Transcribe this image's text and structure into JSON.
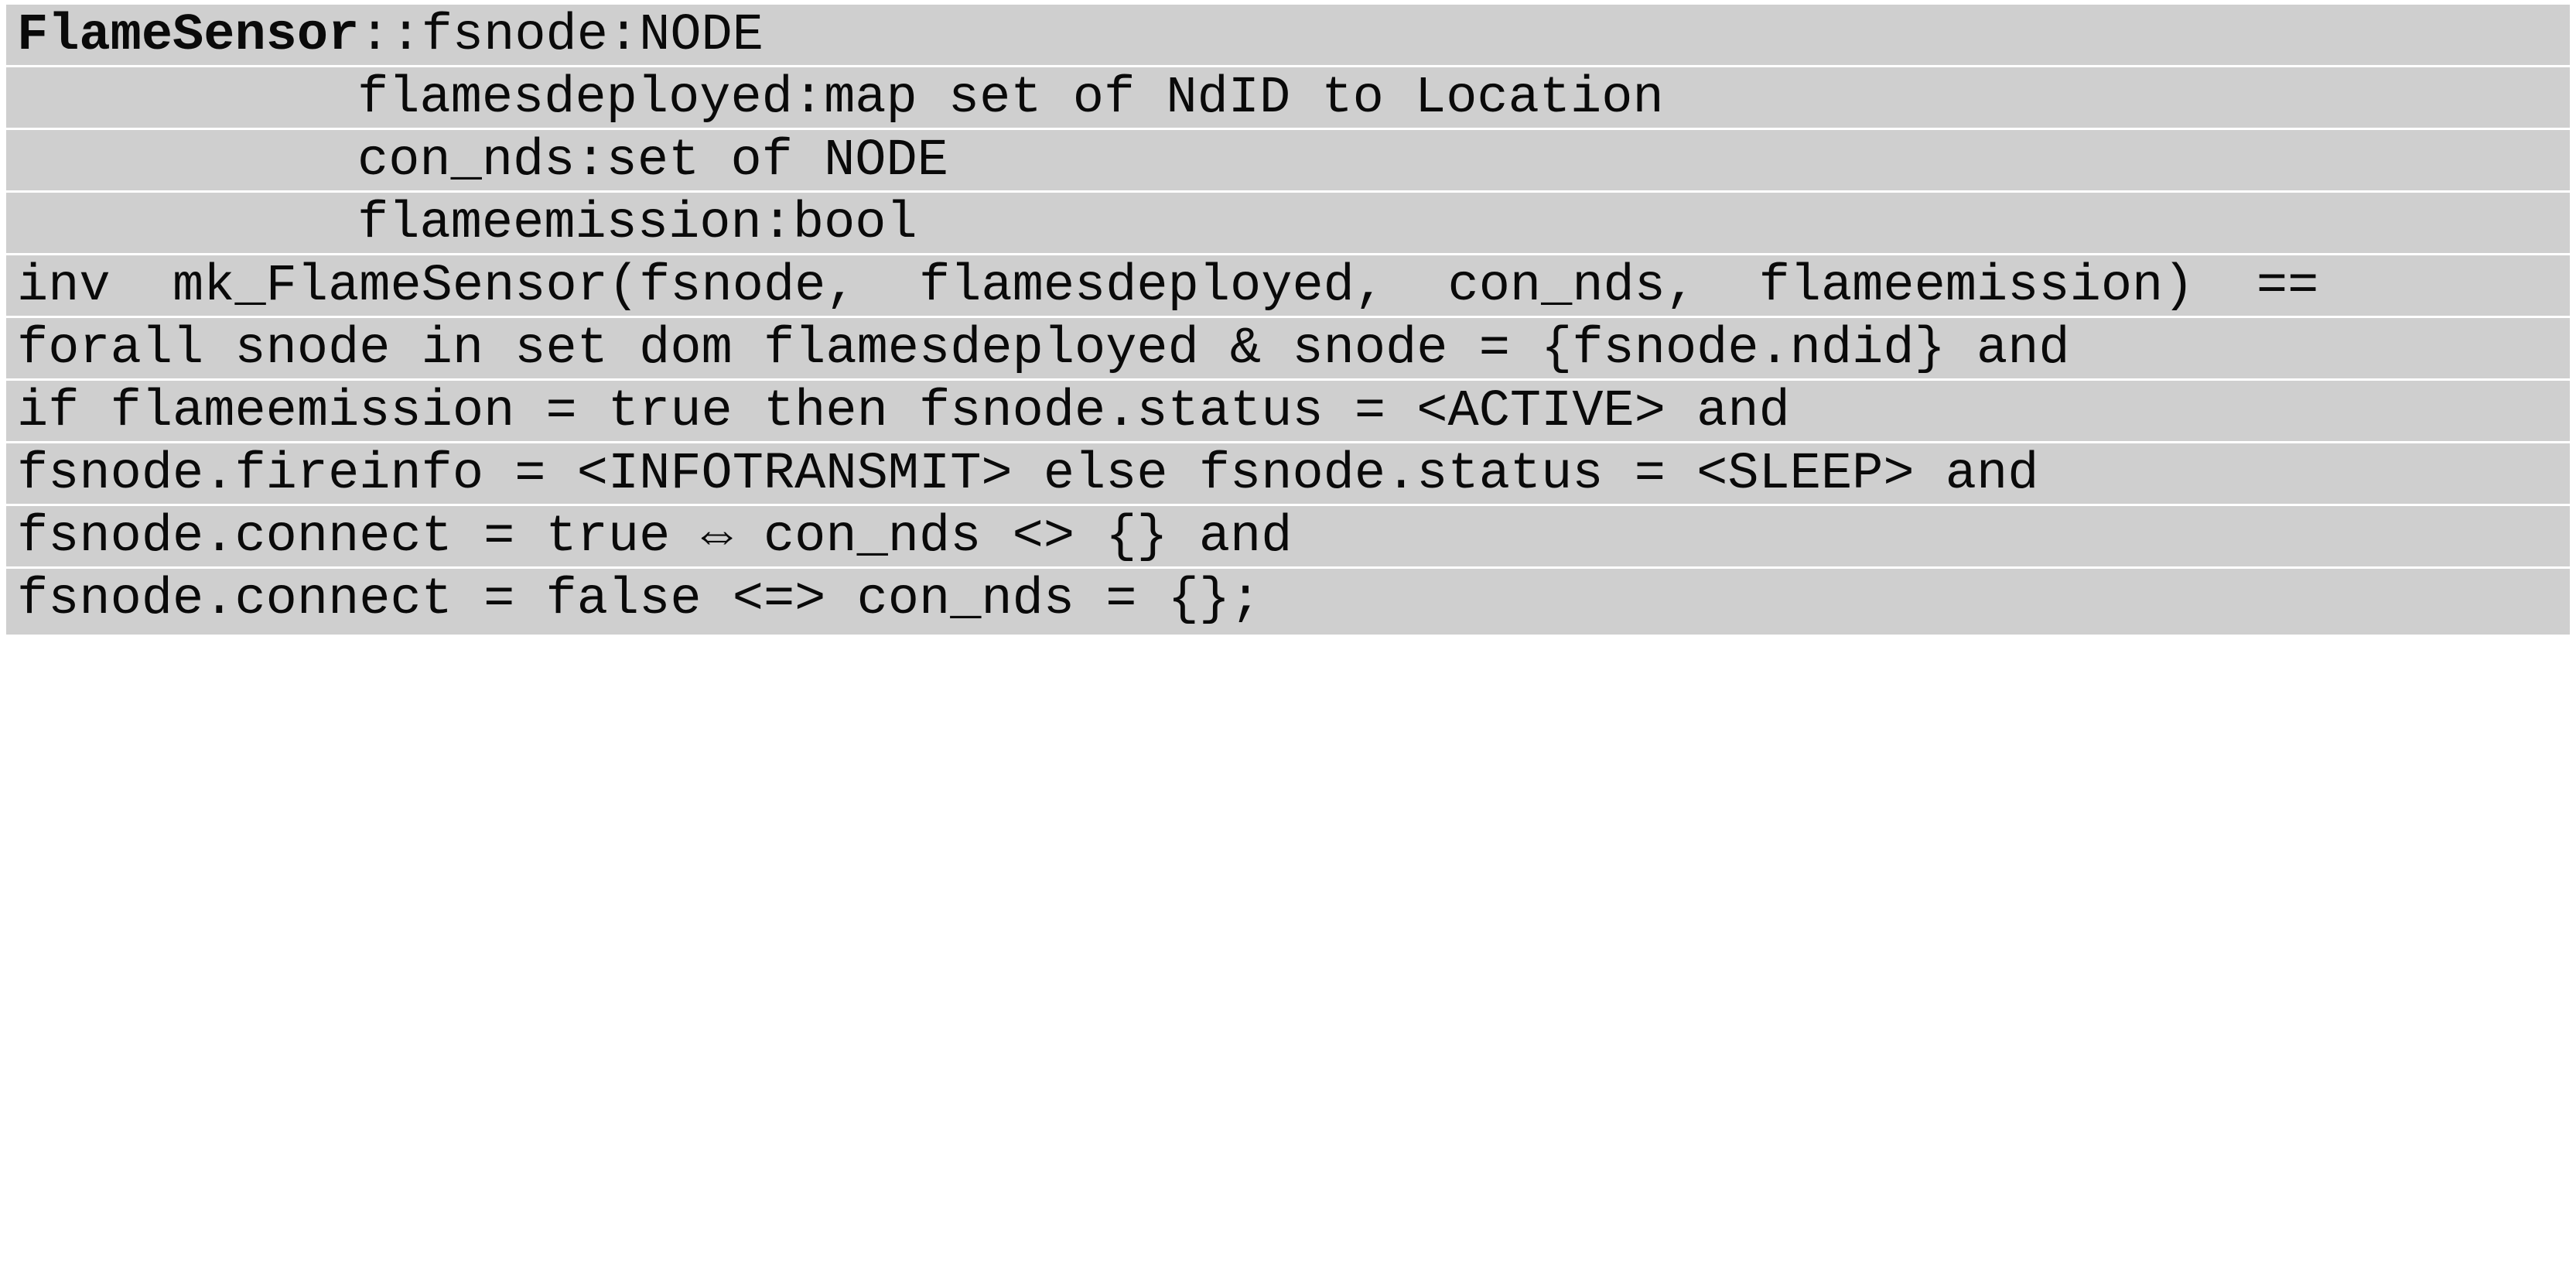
{
  "lines": [
    {
      "bold": "FlameSensor",
      "rest": "::fsnode:NODE"
    },
    {
      "text": "flamesdeployed:map set of NdID to Location"
    },
    {
      "text": "con_nds:set of NODE"
    },
    {
      "text": "flameemission:bool"
    },
    {
      "text": "inv  mk_FlameSensor(fsnode,  flamesdeployed,  con_nds,  flameemission)  =="
    },
    {
      "text": "forall snode in set dom flamesdeployed & snode = {fsnode.ndid} and"
    },
    {
      "text": "if flameemission = true then fsnode.status = <ACTIVE> and"
    },
    {
      "text": "fsnode.fireinfo = <INFOTRANSMIT> else fsnode.status = <SLEEP> and"
    },
    {
      "text": "fsnode.connect = true ⇔ con_nds <> {} and"
    },
    {
      "text": "fsnode.connect = false <=> con_nds = {};"
    }
  ]
}
